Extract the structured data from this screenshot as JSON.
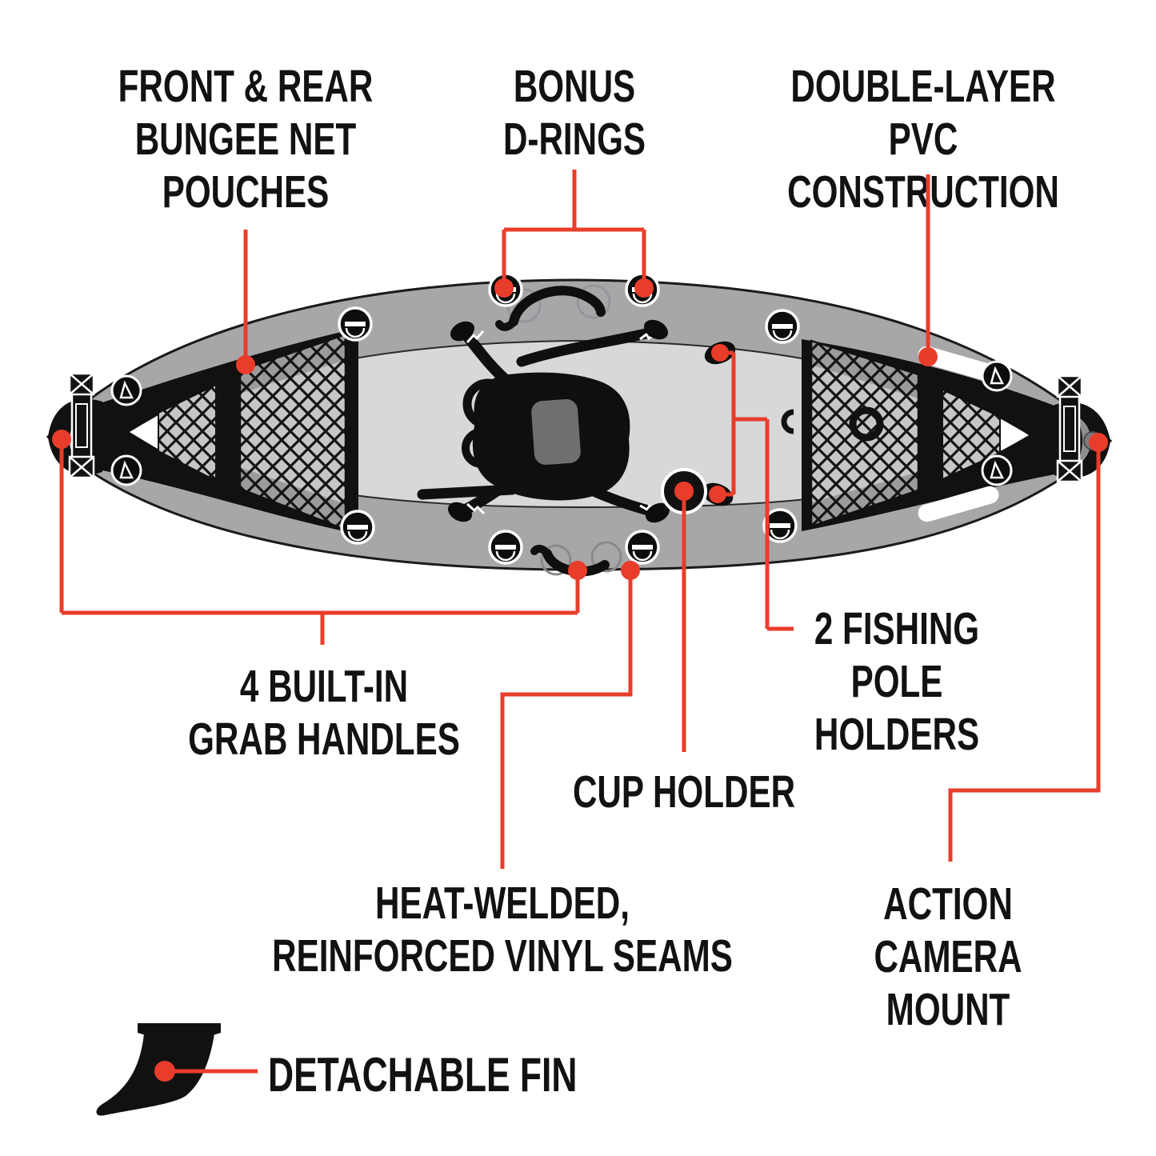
{
  "palette": {
    "accent_red": "#e93d2b",
    "ink": "#121212",
    "hull_gray": "#a7a7a9",
    "deck_gray": "#d8d8da",
    "mesh_gray": "#c6c6c8",
    "shadow_gray": "#9b9b9d",
    "cushion_gray": "#6f6f72",
    "bg": "#ffffff"
  },
  "labels": {
    "bungee_pouches": "FRONT & REAR\nBUNGEE NET\nPOUCHES",
    "d_rings": "BONUS\nD-RINGS",
    "pvc": "DOUBLE-LAYER PVC\nCONSTRUCTION",
    "pole_holders": "2 FISHING\nPOLE HOLDERS",
    "grab_handles": "4 BUILT-IN\nGRAB HANDLES",
    "cup_holder": "CUP HOLDER",
    "vinyl_seams": "HEAT-WELDED,\nREINFORCED VINYL SEAMS",
    "camera_mount": "ACTION\nCAMERA\nMOUNT",
    "detachable_fin": "DETACHABLE FIN"
  },
  "icons": {
    "kayak": "kayak-top-view-illustration",
    "fin": "detachable-fin-icon",
    "dot": "callout-dot"
  }
}
